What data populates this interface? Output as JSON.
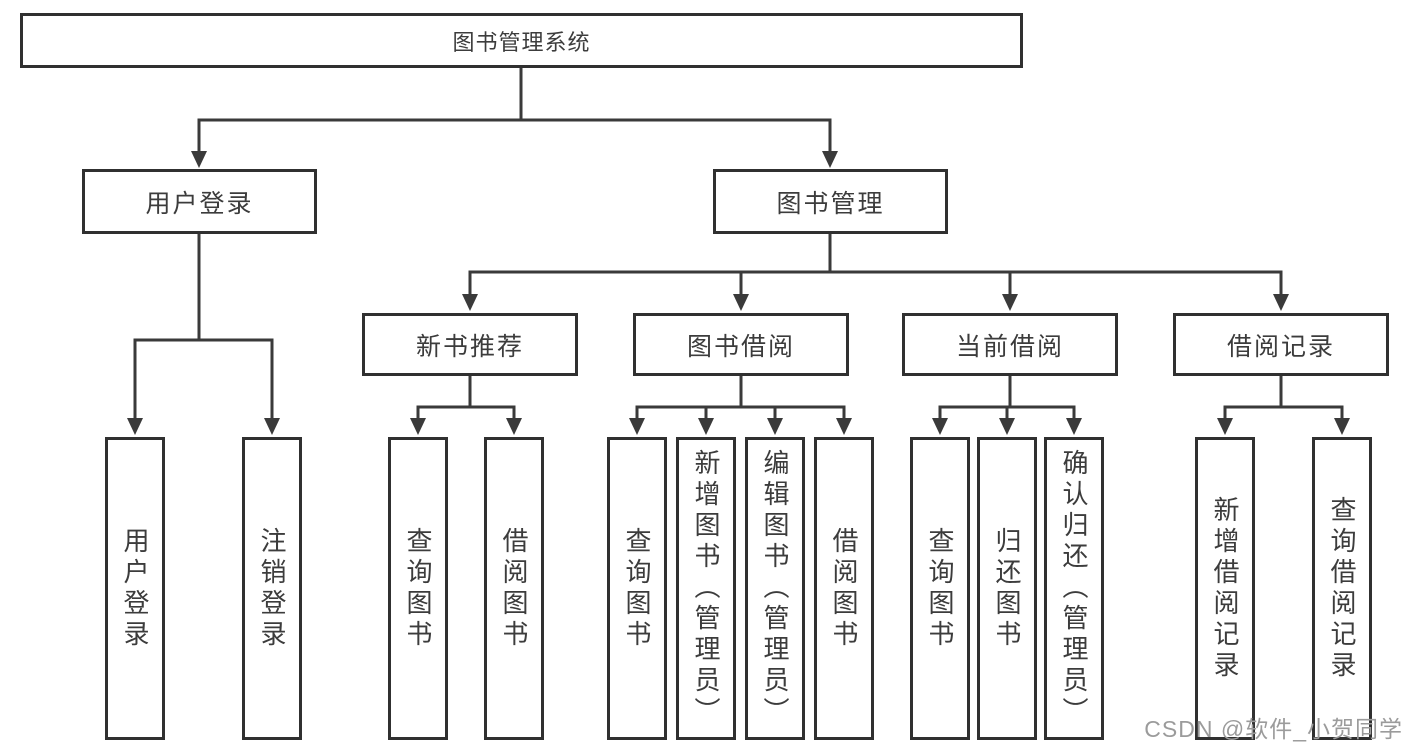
{
  "diagram": {
    "root": {
      "label": "图书管理系统"
    },
    "level2": [
      {
        "label": "用户登录"
      },
      {
        "label": "图书管理"
      }
    ],
    "level3": [
      {
        "label": "新书推荐"
      },
      {
        "label": "图书借阅"
      },
      {
        "label": "当前借阅"
      },
      {
        "label": "借阅记录"
      }
    ],
    "leaves": {
      "user_login": [
        "用户登录",
        "注销登录"
      ],
      "new_book": [
        "查询图书",
        "借阅图书"
      ],
      "book_borrow": [
        "查询图书",
        "新增图书（管理员）",
        "编辑图书（管理员）",
        "借阅图书"
      ],
      "current_borrow": [
        "查询图书",
        "归还图书",
        "确认归还（管理员）"
      ],
      "borrow_records": [
        "新增借阅记录",
        "查询借阅记录"
      ]
    },
    "line_color": "#3a3a3a",
    "border_color": "#303030"
  },
  "watermark": {
    "text": "CSDN @软件_小贺同学",
    "color": "#9b9b9b"
  }
}
